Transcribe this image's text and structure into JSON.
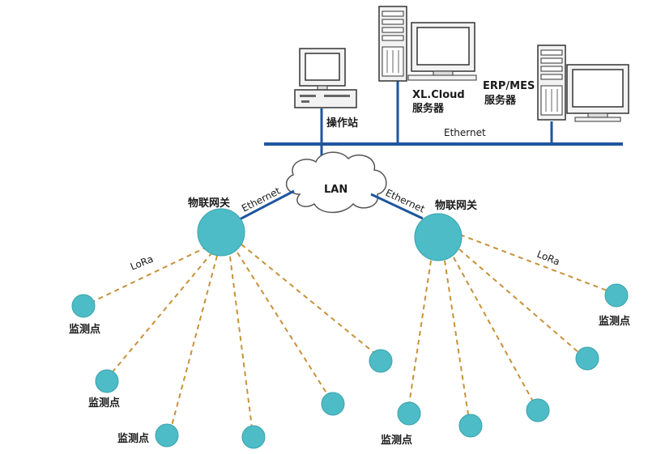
{
  "colors": {
    "bus": "#1e56a0",
    "node_fill": "#4dbcc6",
    "node_stroke": "#3aa3ad",
    "lora_line": "#c8913a",
    "text": "#1a1a1a"
  },
  "servers": {
    "workstation": "操作站",
    "xlcloud_line1": "XL.Cloud",
    "xlcloud_line2": "服务器",
    "erp_line1": "ERP/MES",
    "erp_line2": "服务器"
  },
  "network": {
    "ethernet_bus": "Ethernet",
    "lan": "LAN",
    "left_link": "Ethernet",
    "right_link": "Ethernet"
  },
  "gateways": {
    "left": "物联网关",
    "right": "物联网关"
  },
  "lora": {
    "left": "LoRa",
    "right": "LoRa"
  },
  "monitor_points": {
    "label": "监测点"
  }
}
